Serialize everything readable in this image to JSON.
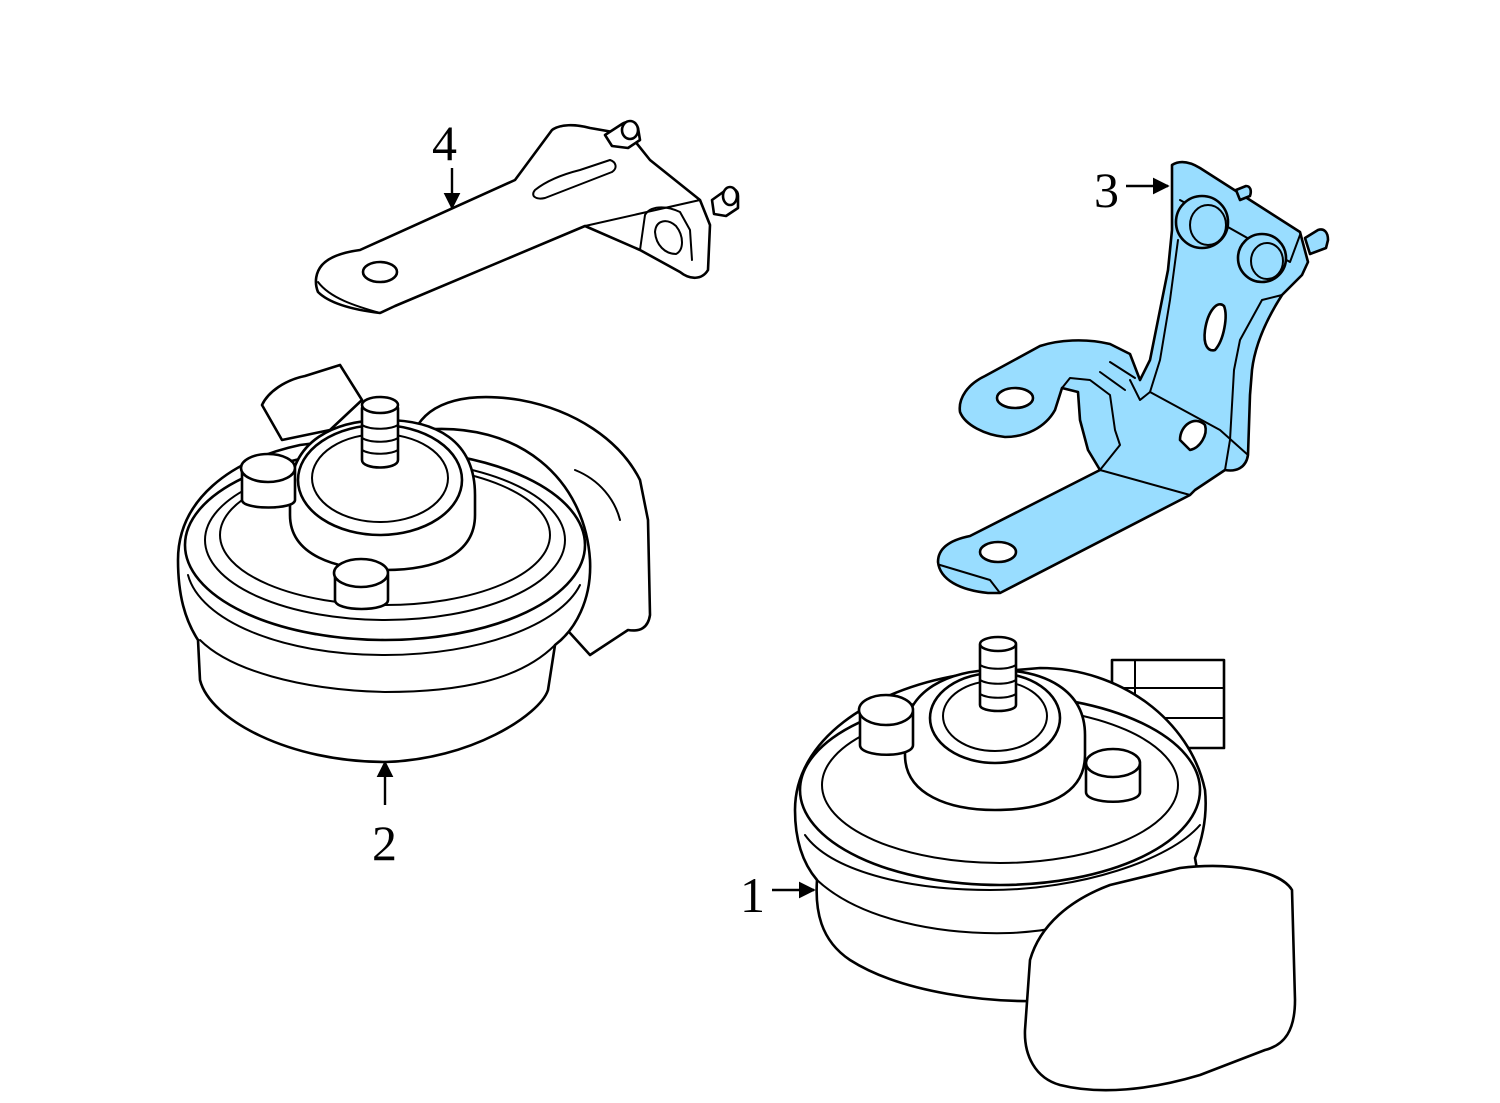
{
  "diagram": {
    "highlight_color": "#99ddff",
    "line_color": "#000000",
    "background_color": "#ffffff",
    "callouts": [
      {
        "label": "1",
        "part": "horn"
      },
      {
        "label": "2",
        "part": "horn"
      },
      {
        "label": "3",
        "part": "bracket",
        "highlighted": true
      },
      {
        "label": "4",
        "part": "bracket"
      }
    ]
  }
}
